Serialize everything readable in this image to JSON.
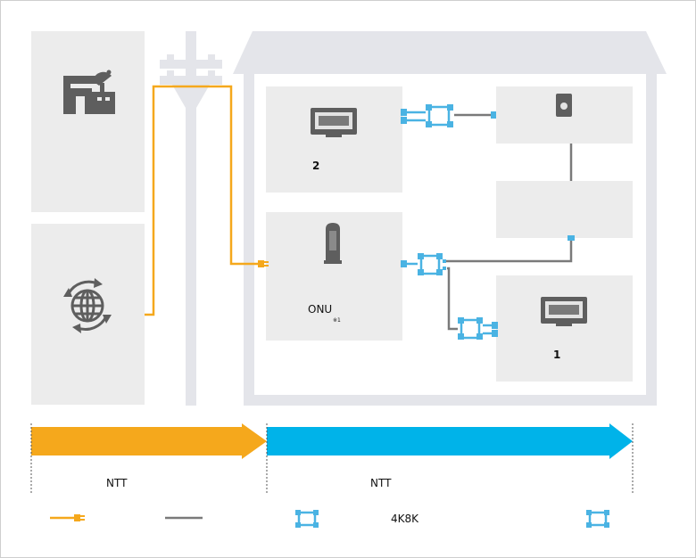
{
  "labels": {
    "tv_room_2": "2",
    "tv_room_1": "1",
    "onu": "ONU",
    "onu_note": "※1",
    "ntt_left": "NTT",
    "ntt_right": "NTT",
    "legend_4k8k": "4K8K"
  },
  "colors": {
    "fiber": "#f5a81c",
    "coax": "#00b3e9",
    "splitter": "#4ab3e3",
    "cable": "#7a7a7a",
    "panel": "#ececec",
    "house": "#e4e5ea",
    "icon": "#5e5e5e"
  },
  "icons": [
    "broadcast-station-icon",
    "globe-icon",
    "tv-icon",
    "onu-device-icon",
    "wall-outlet-icon",
    "splitter-icon",
    "fiber-connector-icon"
  ]
}
